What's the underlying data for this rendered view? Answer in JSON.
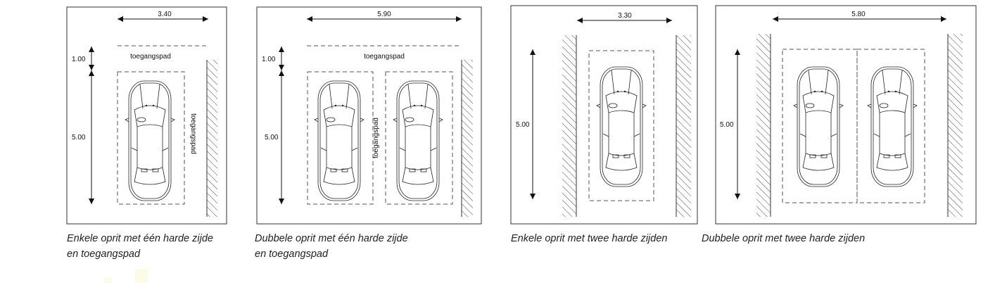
{
  "panels": [
    {
      "id": "single-one-hard-side",
      "width_dim": "3.40",
      "access_dim": "1.00",
      "length_dim": "5.00",
      "access_label": "toegangspad",
      "side_label": "toegangspad",
      "caption_line1": "Enkele oprit met één harde zijde",
      "caption_line2": "en toegangspad"
    },
    {
      "id": "double-one-hard-side",
      "width_dim": "5.90",
      "access_dim": "1.00",
      "length_dim": "5.00",
      "access_label": "toegangspad",
      "side_label": "toegangspad",
      "caption_line1": "Dubbele oprit met één harde zijde",
      "caption_line2": "en toegangspad"
    },
    {
      "id": "single-two-hard-sides",
      "width_dim": "3.30",
      "length_dim": "5.00",
      "caption_line1": "Enkele oprit met twee harde zijden"
    },
    {
      "id": "double-two-hard-sides",
      "width_dim": "5.80",
      "length_dim": "5.00",
      "caption_line1": "Dubbele oprit met twee harde zijden"
    }
  ]
}
